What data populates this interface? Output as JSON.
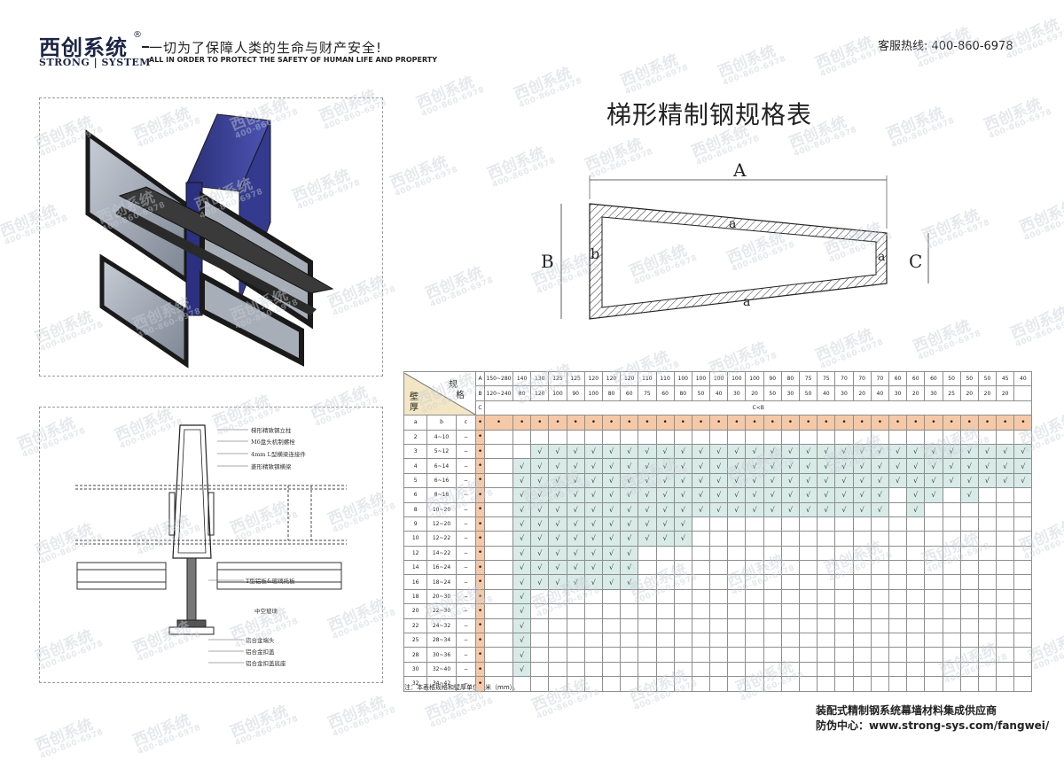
{
  "header": {
    "logo_cn": "西创系统",
    "logo_reg": "®",
    "logo_en": "STRONG | SYSTEM",
    "slogan_cn": "一切为了保障人类的生命与财产安全!",
    "slogan_en": "ALL IN ORDER TO PROTECT THE SAFETY OF HUMAN LIFE AND PROPERTY",
    "hotline": "客服热线:  400-860-6978"
  },
  "title": "梯形精制钢规格表",
  "diagram": {
    "label_A": "A",
    "label_B": "B",
    "label_C": "C",
    "label_a": "a",
    "label_b": "b"
  },
  "section_labels": [
    "梯形精致钢立柱",
    "M6盘头机制螺栓",
    "4mm L型横梁连接件",
    "菱形精致钢横梁",
    "T型铝板&玻璃托板",
    "中空玻璃",
    "铝合金端头",
    "铝合金扣盖",
    "铝合金扣盖底座"
  ],
  "table": {
    "corner_top": "规格",
    "corner_bottom": "壁厚",
    "row_A_label": "A",
    "row_B_label": "B",
    "row_C_label": "C",
    "row_A": [
      "150~280",
      "140",
      "130",
      "125",
      "125",
      "120",
      "120",
      "120",
      "110",
      "110",
      "100",
      "100",
      "100",
      "100",
      "100",
      "90",
      "80",
      "75",
      "75",
      "70",
      "70",
      "70",
      "60",
      "60",
      "60",
      "50",
      "50",
      "50",
      "45",
      "40"
    ],
    "row_B": [
      "120~240",
      "80",
      "120",
      "100",
      "90",
      "100",
      "80",
      "60",
      "75",
      "60",
      "80",
      "50",
      "40",
      "30",
      "20",
      "50",
      "30",
      "50",
      "40",
      "30",
      "20",
      "40",
      "30",
      "20",
      "30",
      "25",
      "20",
      "20",
      "20"
    ],
    "c_value": "C<B",
    "abc_headers": [
      "a",
      "b",
      "c"
    ],
    "dot_symbol": "•",
    "check_symbol": "√",
    "dash_symbol": "−",
    "rows": [
      {
        "a": "2",
        "b": "4~10",
        "c": "−",
        "checks": []
      },
      {
        "a": "3",
        "b": "5~12",
        "c": "−",
        "checks": [
          2,
          3,
          4,
          5,
          6,
          7,
          8,
          9,
          10,
          11,
          12,
          13,
          14,
          15,
          16,
          17,
          18,
          19,
          20,
          21,
          22,
          23,
          24,
          25,
          26,
          27,
          28,
          29
        ]
      },
      {
        "a": "4",
        "b": "6~14",
        "c": "−",
        "checks": [
          1,
          2,
          3,
          4,
          5,
          6,
          7,
          8,
          9,
          10,
          11,
          12,
          13,
          14,
          15,
          16,
          17,
          18,
          19,
          20,
          21,
          22,
          23,
          24,
          25,
          26,
          27,
          28,
          29
        ]
      },
      {
        "a": "5",
        "b": "6~16",
        "c": "−",
        "checks": [
          1,
          2,
          3,
          4,
          5,
          6,
          7,
          8,
          9,
          10,
          11,
          12,
          13,
          14,
          15,
          16,
          17,
          18,
          19,
          20,
          21,
          22,
          23,
          24,
          25,
          26,
          27,
          28,
          29
        ]
      },
      {
        "a": "6",
        "b": "8~18",
        "c": "−",
        "checks": [
          1,
          2,
          3,
          4,
          5,
          6,
          7,
          8,
          9,
          10,
          11,
          12,
          13,
          14,
          15,
          16,
          17,
          18,
          19,
          20,
          21,
          23,
          24,
          26
        ]
      },
      {
        "a": "8",
        "b": "10~20",
        "c": "−",
        "checks": [
          1,
          2,
          3,
          4,
          5,
          6,
          7,
          8,
          9,
          10,
          11,
          12,
          13,
          14,
          15,
          16,
          17,
          18,
          19,
          20,
          21,
          23
        ]
      },
      {
        "a": "9",
        "b": "12~20",
        "c": "−",
        "checks": [
          1,
          2,
          3,
          4,
          5,
          6,
          7,
          8,
          9,
          10
        ]
      },
      {
        "a": "10",
        "b": "12~22",
        "c": "−",
        "checks": [
          1,
          2,
          3,
          4,
          5,
          6,
          7,
          8,
          9,
          10
        ]
      },
      {
        "a": "12",
        "b": "14~22",
        "c": "−",
        "checks": [
          1,
          2,
          3,
          4,
          5,
          6,
          7
        ]
      },
      {
        "a": "14",
        "b": "16~24",
        "c": "−",
        "checks": [
          1,
          2,
          3,
          4,
          5,
          6,
          7
        ]
      },
      {
        "a": "16",
        "b": "18~24",
        "c": "−",
        "checks": [
          1,
          2,
          3,
          4,
          5,
          6,
          7
        ]
      },
      {
        "a": "18",
        "b": "20~30",
        "c": "−",
        "checks": [
          1
        ]
      },
      {
        "a": "20",
        "b": "22~30",
        "c": "−",
        "checks": [
          1
        ]
      },
      {
        "a": "22",
        "b": "24~32",
        "c": "−",
        "checks": [
          1
        ]
      },
      {
        "a": "25",
        "b": "28~34",
        "c": "−",
        "checks": [
          1
        ]
      },
      {
        "a": "28",
        "b": "30~36",
        "c": "−",
        "checks": [
          1
        ]
      },
      {
        "a": "30",
        "b": "32~40",
        "c": "−",
        "checks": [
          1
        ]
      },
      {
        "a": "32",
        "b": "34~42",
        "c": "−",
        "checks": []
      }
    ]
  },
  "note": "注：本表格规格和壁厚单位毫米（mm）。",
  "footer": {
    "line1": "装配式精制钢系统幕墙材料集成供应商",
    "line2": "防伪中心：www.strong-sys.com/fangwei/"
  },
  "watermark": {
    "text": "西创系统",
    "sub": "400-860-6978"
  },
  "colors": {
    "brand_navy": "#1c2545",
    "green_cell": "#d8ebe6",
    "orange_cell": "#f5c9a8"
  }
}
